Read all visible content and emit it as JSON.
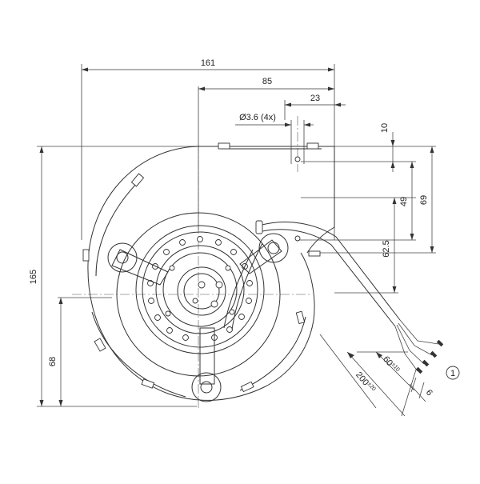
{
  "drawing": {
    "dimensions": {
      "overall_width": "161",
      "to_outlet_hole": "85",
      "hole_offset": "23",
      "hole_spec": "Ø3.6 (4x)",
      "top_offset": "10",
      "h_49": "49",
      "h_69": "69",
      "h_62_5": "62.5",
      "overall_height": "165",
      "center_height": "68",
      "cable_length_main": "200",
      "cable_length_main_tol": "±20",
      "cable_strip": "60",
      "cable_strip_tol": "±10",
      "cable_end": "6"
    },
    "callout": "1",
    "colors": {
      "line": "#333333",
      "background": "#ffffff"
    }
  }
}
